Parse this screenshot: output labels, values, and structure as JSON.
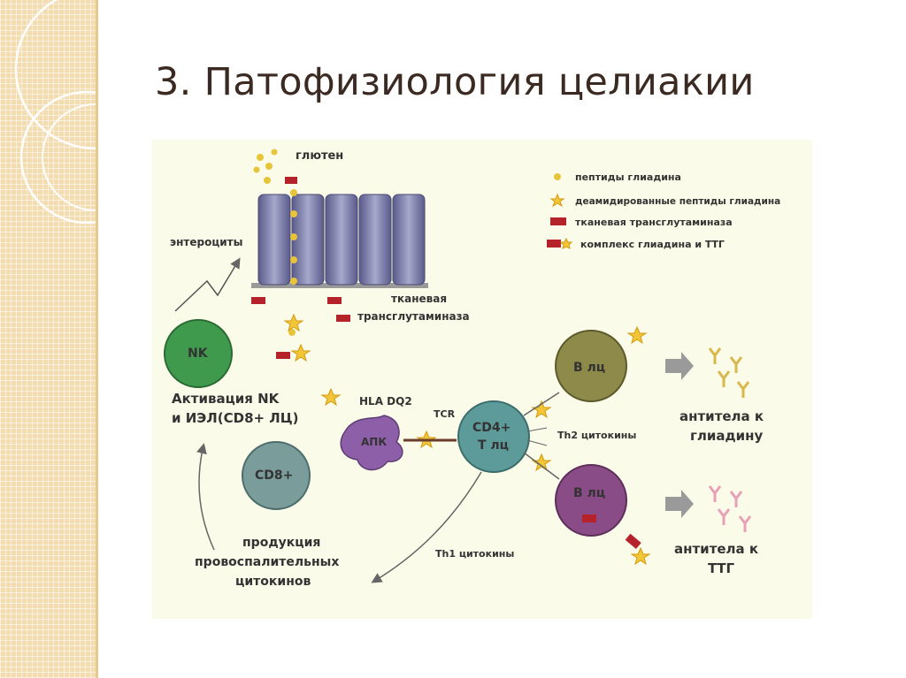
{
  "title": "3. Патофизиология целиакии",
  "labels": {
    "gluten": "глютен",
    "enterocytes": "энтероциты",
    "tissue_tg_1": "тканевая",
    "tissue_tg_2": "трансглутаминаза",
    "nk": "NK",
    "cd8": "CD8+",
    "activation_1": "Активация NK",
    "activation_2": "и ИЭЛ(CD8+ ЛЦ)",
    "hla": "HLA DQ2",
    "tcr": "TCR",
    "apc": "АПК",
    "cd4_1": "CD4+",
    "cd4_2": "Т лц",
    "th2": "Th2 цитокины",
    "th1": "Th1 цитокины",
    "b_cell": "В лц",
    "b_cell_2": "В лц",
    "ab_gliadin_1": "антитела к",
    "ab_gliadin_2": "глиадину",
    "ab_ttg_1": "антитела к",
    "ab_ttg_2": "ТТГ",
    "prod_1": "продукция",
    "prod_2": "провоспалительных",
    "prod_3": "цитокинов"
  },
  "legend": [
    {
      "icon": "dot-icon",
      "label": "пептиды глиадина"
    },
    {
      "icon": "star-icon",
      "label": "деамидированные пептиды глиадина"
    },
    {
      "icon": "red-rect-icon",
      "label": "тканевая трансглутаминаза"
    },
    {
      "icon": "rect-star-icon",
      "label": "комплекс глиадина и ТТГ"
    }
  ],
  "colors": {
    "panel": "#fbfbe9",
    "peptide": "#e8c43a",
    "ttg": "#b5222a",
    "enterocyte": "#6e6fa0",
    "nk": "#3f9a4e",
    "cd8": "#7a9c9a",
    "apc": "#8d5fa8",
    "cd4": "#5d9b9b",
    "b_cell_1": "#8d8a4a",
    "b_cell_2": "#8a4c86"
  }
}
